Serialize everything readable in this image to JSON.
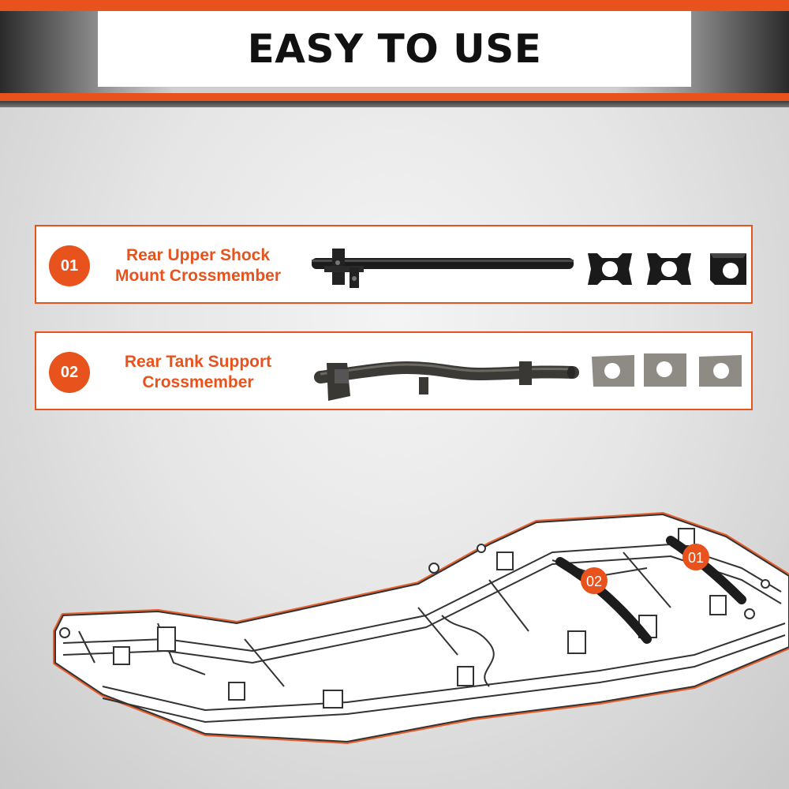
{
  "header": {
    "title": "EASY TO USE"
  },
  "items": [
    {
      "number": "01",
      "label_line1": "Rear Upper Shock",
      "label_line2": "Mount Crossmember"
    },
    {
      "number": "02",
      "label_line1": "Rear Tank Support",
      "label_line2": "Crossmember"
    }
  ],
  "diagram": {
    "marker_1": "01",
    "marker_2": "02"
  },
  "colors": {
    "accent": "#e8521c",
    "metal_dark": "#1c1c1c",
    "plate_gray": "#8e8a84"
  }
}
